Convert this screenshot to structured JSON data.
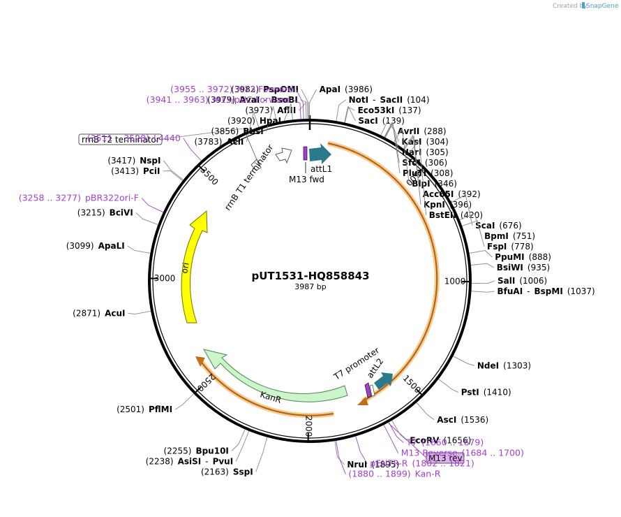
{
  "credit": {
    "prefix": "Created by",
    "brand": "SnapGene"
  },
  "plasmid": {
    "name": "pUT1531-HQ858843",
    "size": "3987 bp",
    "length": 3987
  },
  "ticks": [
    {
      "pos": 500,
      "label": "500"
    },
    {
      "pos": 1000,
      "label": "1000"
    },
    {
      "pos": 1500,
      "label": "1500"
    },
    {
      "pos": 2000,
      "label": "2000"
    },
    {
      "pos": 2500,
      "label": "2500"
    },
    {
      "pos": 3000,
      "label": "3000"
    },
    {
      "pos": 3500,
      "label": "3500"
    }
  ],
  "sites": [
    {
      "id": "psp",
      "pos": 3982,
      "left": true,
      "parts": [
        {
          "t": "(3982)"
        },
        {
          "t": "PspOMI",
          "b": true
        }
      ]
    },
    {
      "id": "apai",
      "pos": 3986,
      "left": false,
      "parts": [
        {
          "t": "ApaI",
          "b": true
        },
        {
          "t": "(3986)"
        }
      ]
    },
    {
      "id": "avai",
      "pos": 3979,
      "left": true,
      "parts": [
        {
          "t": "(3979)"
        },
        {
          "t": "AvaI",
          "b": true
        },
        {
          "t": "-"
        },
        {
          "t": "BsoBI",
          "b": true
        }
      ]
    },
    {
      "id": "afl",
      "pos": 3973,
      "left": true,
      "parts": [
        {
          "t": "(3973)"
        },
        {
          "t": "AflII",
          "b": true
        }
      ]
    },
    {
      "id": "not",
      "pos": 104,
      "left": false,
      "parts": [
        {
          "t": "NotI",
          "b": true
        },
        {
          "t": "-"
        },
        {
          "t": "SacII",
          "b": true
        },
        {
          "t": "(104)"
        }
      ]
    },
    {
      "id": "eco53",
      "pos": 137,
      "left": false,
      "parts": [
        {
          "t": "Eco53kI",
          "b": true
        },
        {
          "t": "(137)"
        }
      ]
    },
    {
      "id": "saci",
      "pos": 139,
      "left": false,
      "parts": [
        {
          "t": "SacI",
          "b": true
        },
        {
          "t": "(139)"
        }
      ]
    },
    {
      "id": "avr",
      "pos": 288,
      "left": false,
      "parts": [
        {
          "t": "AvrII",
          "b": true
        },
        {
          "t": "(288)"
        }
      ]
    },
    {
      "id": "kas",
      "pos": 304,
      "left": false,
      "parts": [
        {
          "t": "KasI",
          "b": true
        },
        {
          "t": "(304)"
        }
      ]
    },
    {
      "id": "nar",
      "pos": 305,
      "left": false,
      "parts": [
        {
          "t": "NarI",
          "b": true
        },
        {
          "t": "(305)"
        }
      ]
    },
    {
      "id": "sfo",
      "pos": 306,
      "left": false,
      "parts": [
        {
          "t": "SfoI",
          "b": true
        },
        {
          "t": "(306)"
        }
      ]
    },
    {
      "id": "plu",
      "pos": 308,
      "left": false,
      "parts": [
        {
          "t": "PluTI",
          "b": true
        },
        {
          "t": "(308)"
        }
      ]
    },
    {
      "id": "blp",
      "pos": 346,
      "left": false,
      "parts": [
        {
          "t": "BlpI",
          "b": true
        },
        {
          "t": "(346)"
        }
      ]
    },
    {
      "id": "acc",
      "pos": 392,
      "left": false,
      "parts": [
        {
          "t": "Acc65I",
          "b": true
        },
        {
          "t": "(392)"
        }
      ]
    },
    {
      "id": "kpn",
      "pos": 396,
      "left": false,
      "parts": [
        {
          "t": "KpnI",
          "b": true
        },
        {
          "t": "(396)"
        }
      ]
    },
    {
      "id": "bst",
      "pos": 420,
      "left": false,
      "parts": [
        {
          "t": "BstEII",
          "b": true
        },
        {
          "t": "(420)"
        }
      ]
    },
    {
      "id": "sca",
      "pos": 676,
      "left": false,
      "parts": [
        {
          "t": "ScaI",
          "b": true
        },
        {
          "t": "(676)"
        }
      ]
    },
    {
      "id": "bpm",
      "pos": 751,
      "left": false,
      "parts": [
        {
          "t": "BpmI",
          "b": true
        },
        {
          "t": "(751)"
        }
      ]
    },
    {
      "id": "fsp",
      "pos": 778,
      "left": false,
      "parts": [
        {
          "t": "FspI",
          "b": true
        },
        {
          "t": "(778)"
        }
      ]
    },
    {
      "id": "ppu",
      "pos": 888,
      "left": false,
      "parts": [
        {
          "t": "PpuMI",
          "b": true
        },
        {
          "t": "(888)"
        }
      ]
    },
    {
      "id": "bsiw",
      "pos": 935,
      "left": false,
      "parts": [
        {
          "t": "BsiWI",
          "b": true
        },
        {
          "t": "(935)"
        }
      ]
    },
    {
      "id": "sal",
      "pos": 1006,
      "left": false,
      "parts": [
        {
          "t": "SalI",
          "b": true
        },
        {
          "t": "(1006)"
        }
      ]
    },
    {
      "id": "bfu",
      "pos": 1037,
      "left": false,
      "parts": [
        {
          "t": "BfuAI",
          "b": true
        },
        {
          "t": "-"
        },
        {
          "t": "BspMI",
          "b": true
        },
        {
          "t": "(1037)"
        }
      ]
    },
    {
      "id": "nde",
      "pos": 1303,
      "left": false,
      "parts": [
        {
          "t": "NdeI",
          "b": true
        },
        {
          "t": "(1303)"
        }
      ]
    },
    {
      "id": "pst",
      "pos": 1410,
      "left": false,
      "parts": [
        {
          "t": "PstI",
          "b": true
        },
        {
          "t": "(1410)"
        }
      ]
    },
    {
      "id": "asc",
      "pos": 1536,
      "left": false,
      "parts": [
        {
          "t": "AscI",
          "b": true
        },
        {
          "t": "(1536)"
        }
      ]
    },
    {
      "id": "ecorv",
      "pos": 1656,
      "left": false,
      "parts": [
        {
          "t": "EcoRV",
          "b": true
        },
        {
          "t": "(1656)"
        }
      ]
    },
    {
      "id": "nru",
      "pos": 1895,
      "left": false,
      "parts": [
        {
          "t": "NruI",
          "b": true
        },
        {
          "t": "(1895)"
        }
      ]
    },
    {
      "id": "ssp",
      "pos": 2163,
      "left": true,
      "parts": [
        {
          "t": "(2163)"
        },
        {
          "t": "SspI",
          "b": true
        }
      ]
    },
    {
      "id": "asis",
      "pos": 2238,
      "left": true,
      "parts": [
        {
          "t": "(2238)"
        },
        {
          "t": "AsiSI",
          "b": true
        },
        {
          "t": "-"
        },
        {
          "t": "PvuI",
          "b": true
        }
      ]
    },
    {
      "id": "bpu",
      "pos": 2255,
      "left": true,
      "parts": [
        {
          "t": "(2255)"
        },
        {
          "t": "Bpu10I",
          "b": true
        }
      ]
    },
    {
      "id": "pfl",
      "pos": 2501,
      "left": true,
      "parts": [
        {
          "t": "(2501)"
        },
        {
          "t": "PflMI",
          "b": true
        }
      ]
    },
    {
      "id": "acu",
      "pos": 2871,
      "left": true,
      "parts": [
        {
          "t": "(2871)"
        },
        {
          "t": "AcuI",
          "b": true
        }
      ]
    },
    {
      "id": "apal",
      "pos": 3099,
      "left": true,
      "parts": [
        {
          "t": "(3099)"
        },
        {
          "t": "ApaLI",
          "b": true
        }
      ]
    },
    {
      "id": "bci",
      "pos": 3215,
      "left": true,
      "parts": [
        {
          "t": "(3215)"
        },
        {
          "t": "BciVI",
          "b": true
        }
      ]
    },
    {
      "id": "pci",
      "pos": 3413,
      "left": true,
      "parts": [
        {
          "t": "(3413)"
        },
        {
          "t": "PciI",
          "b": true
        }
      ]
    },
    {
      "id": "nsp",
      "pos": 3417,
      "left": true,
      "parts": [
        {
          "t": "(3417)"
        },
        {
          "t": "NspI",
          "b": true
        }
      ]
    },
    {
      "id": "acl",
      "pos": 3783,
      "left": true,
      "parts": [
        {
          "t": "(3783)"
        },
        {
          "t": "AclI",
          "b": true
        }
      ]
    },
    {
      "id": "bbs",
      "pos": 3856,
      "left": true,
      "parts": [
        {
          "t": "(3856)"
        },
        {
          "t": "BbsI",
          "b": true
        }
      ]
    },
    {
      "id": "hpa",
      "pos": 3920,
      "left": true,
      "parts": [
        {
          "t": "(3920)"
        },
        {
          "t": "HpaI",
          "b": true
        }
      ]
    }
  ],
  "primers": [
    {
      "id": "m13f",
      "pos": 3963,
      "left": true,
      "parts": [
        {
          "t": "(3955 .. 3972)"
        },
        {
          "t": "M13 Forward"
        }
      ]
    },
    {
      "id": "m13puc",
      "pos": 3952,
      "left": true,
      "parts": [
        {
          "t": "(3941 .. 3963)"
        },
        {
          "t": "M13/pUC Forward"
        }
      ]
    },
    {
      "id": "l4440",
      "pos": 3520,
      "left": true,
      "parts": [
        {
          "t": "(3511 .. 3528)"
        },
        {
          "t": "L4440"
        }
      ]
    },
    {
      "id": "pbr",
      "pos": 3268,
      "left": true,
      "parts": [
        {
          "t": "(3258 .. 3277)"
        },
        {
          "t": "pBR322ori-F"
        }
      ]
    },
    {
      "id": "t7",
      "pos": 1670,
      "left": false,
      "parts": [
        {
          "t": "T7"
        },
        {
          "t": "(1660 .. 1679)"
        }
      ]
    },
    {
      "id": "m13rev",
      "pos": 1692,
      "left": false,
      "parts": [
        {
          "t": "M13 Reverse"
        },
        {
          "t": "(1684 .. 1700)"
        }
      ]
    },
    {
      "id": "pentr",
      "pos": 1811,
      "left": false,
      "parts": [
        {
          "t": "pENTR-R"
        },
        {
          "t": "(1802 .. 1821)"
        }
      ]
    },
    {
      "id": "kanr_p",
      "pos": 1890,
      "left": false,
      "parts": [
        {
          "t": "(1880 .. 1899)"
        },
        {
          "t": "Kan-R"
        }
      ]
    }
  ],
  "boxed_labels": {
    "rrnb_t2": "rrnB T2 terminator",
    "m13rev_box": "M13 rev"
  },
  "features": {
    "rrnb_t1": "rrnB T1 terminator",
    "attl1": "attL1",
    "m13fwd": "M13 fwd",
    "t7prom": "T7 promoter",
    "attl2": "attL2",
    "kanr": "KanR",
    "ori": "ori"
  },
  "colors": {
    "backbone": "#000000",
    "orange_track": "#ee9a33",
    "ori": "#ffff00",
    "kanr": "#ccf5cc",
    "att": "#2a7a8c",
    "primer": "#a33fd0",
    "primer_box": "#dfb3ef",
    "tick_line": "#888888"
  }
}
